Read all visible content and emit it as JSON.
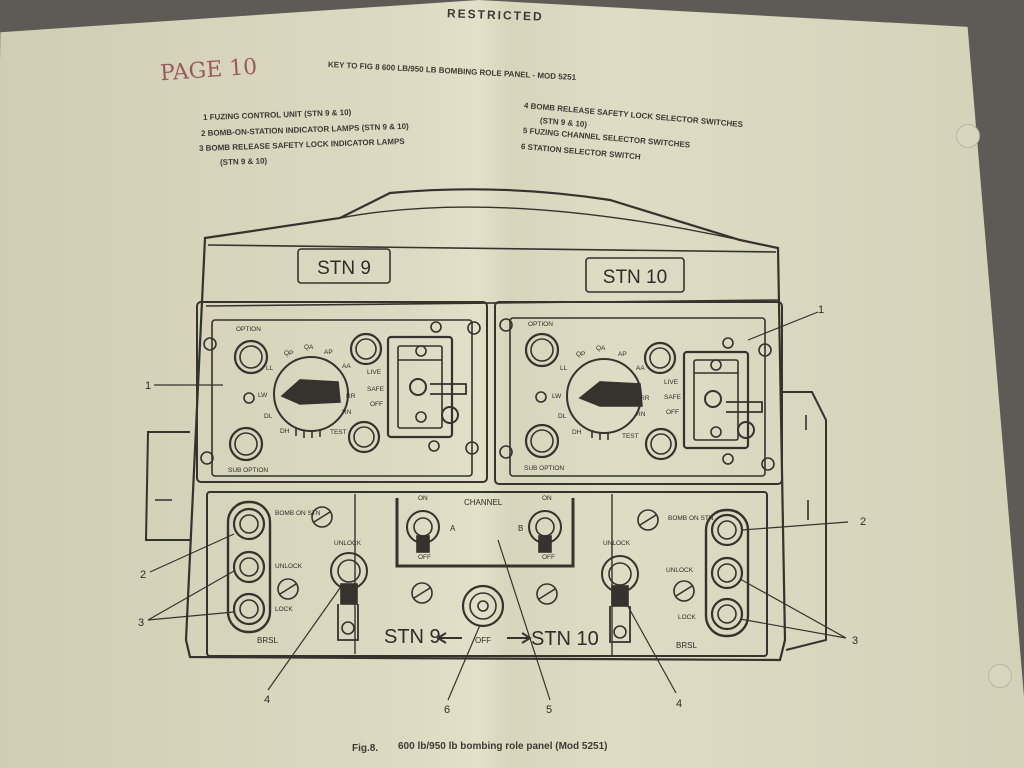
{
  "header": {
    "classification": "RESTRICTED"
  },
  "handwritten_note": "PAGE 10",
  "key": {
    "title": "KEY TO FIG 8   600 LB/950 LB BOMBING ROLE PANEL - MOD 5251",
    "left_items": [
      "1  FUZING CONTROL UNIT (STN 9 & 10)",
      "2  BOMB-ON-STATION INDICATOR LAMPS (STN 9 & 10)",
      "3  BOMB RELEASE SAFETY LOCK INDICATOR LAMPS",
      "(STN 9 & 10)"
    ],
    "right_items": [
      "4  BOMB RELEASE SAFETY LOCK SELECTOR SWITCHES",
      "(STN 9 & 10)",
      "5  FUZING CHANNEL SELECTOR SWITCHES",
      "6  STATION SELECTOR SWITCH"
    ]
  },
  "panel": {
    "stations": [
      {
        "plate": "STN 9",
        "fuze_labels": {
          "option": "OPTION",
          "sub_option": "SUB OPTION",
          "live": "LIVE",
          "safe": "SAFE",
          "off": "OFF",
          "test": "TEST"
        },
        "dial_labels": [
          "LL",
          "QP",
          "QA",
          "AP",
          "AA",
          "LW",
          "DL",
          "DH",
          "RR",
          "RN"
        ]
      },
      {
        "plate": "STN 10",
        "fuze_labels": {
          "option": "OPTION",
          "sub_option": "SUB OPTION",
          "live": "LIVE",
          "safe": "SAFE",
          "off": "OFF",
          "test": "TEST"
        },
        "dial_labels": [
          "LL",
          "QP",
          "QA",
          "AP",
          "AA",
          "LW",
          "DL",
          "DH",
          "RR",
          "RN"
        ]
      }
    ],
    "lower": {
      "bomb_on_stn": "BOMB ON STN",
      "unlock": "UNLOCK",
      "lock": "LOCK",
      "brsl": "BRSL",
      "channel": "CHANNEL",
      "on": "ON",
      "off": "OFF",
      "channel_a": "A",
      "channel_b": "B",
      "stn9": "STN 9",
      "stn10": "STN 10",
      "selector_off": "OFF"
    }
  },
  "callouts": [
    "1",
    "2",
    "3",
    "4",
    "5",
    "6"
  ],
  "caption": {
    "fig": "Fig.8.",
    "text": "600 lb/950 lb bombing role panel (Mod 5251)"
  }
}
